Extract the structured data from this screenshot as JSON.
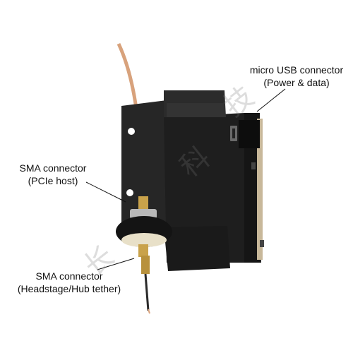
{
  "labels": {
    "usb": {
      "line1": "micro USB connector",
      "line2": "(Power & data)"
    },
    "pcie": {
      "line1": "SMA connector",
      "line2": "(PCIe host)"
    },
    "hub": {
      "line1": "SMA connector",
      "line2": "(Headstage/Hub tether)"
    }
  },
  "watermark": [
    "长",
    "科",
    "技"
  ],
  "colors": {
    "device": "#1c1c1c",
    "cable": "#d8a27c",
    "brass": "#c9a24a"
  }
}
